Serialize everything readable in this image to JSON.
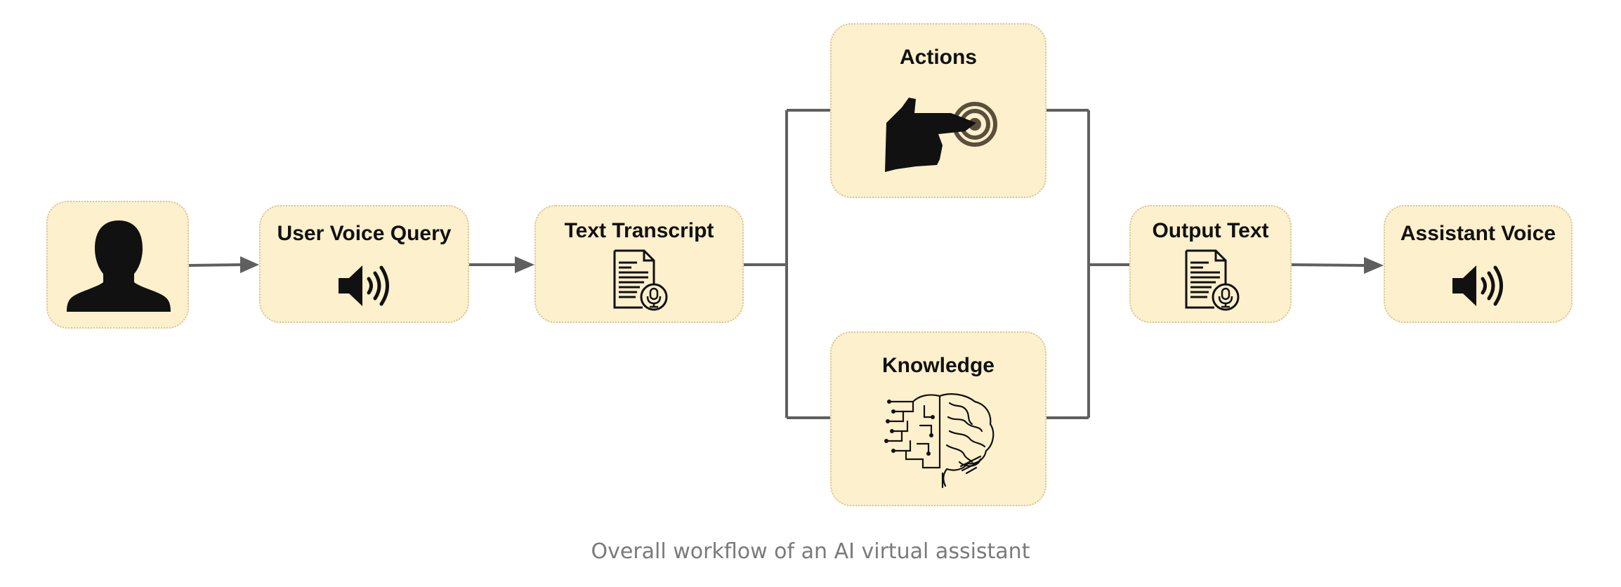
{
  "nodes": {
    "user": {
      "icon": "user-silhouette-icon"
    },
    "voice_query": {
      "title": "User Voice Query",
      "icon": "speaker-icon"
    },
    "transcript": {
      "title": "Text Transcript",
      "icon": "document-microphone-icon"
    },
    "actions": {
      "title": "Actions",
      "icon": "hand-pointing-target-icon"
    },
    "knowledge": {
      "title": "Knowledge",
      "icon": "circuit-brain-icon"
    },
    "output": {
      "title": "Output Text",
      "icon": "document-microphone-icon"
    },
    "assistant_voice": {
      "title": "Assistant Voice",
      "icon": "speaker-icon"
    }
  },
  "caption": "Overall workflow of an AI virtual assistant",
  "colors": {
    "node_fill": "#fdf0cc",
    "node_border": "#d8c59b",
    "connector": "#5f5f5f",
    "icon": "#111111"
  }
}
